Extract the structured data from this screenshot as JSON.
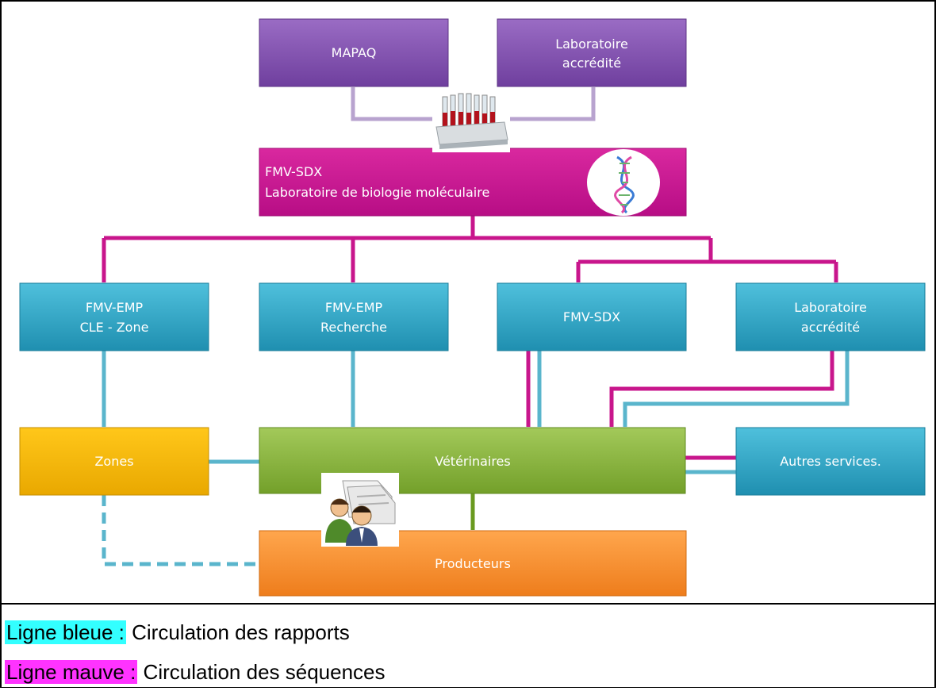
{
  "diagram": {
    "boxes": {
      "mapaq": {
        "lines": [
          "MAPAQ"
        ],
        "color": "#7b48a8"
      },
      "lab_top": {
        "lines": [
          "Laboratoire",
          "accrédité"
        ],
        "color": "#7b48a8"
      },
      "fmv_sdx_main": {
        "lines": [
          "FMV-SDX",
          "Laboratoire de biologie moléculaire"
        ],
        "color": "#c3168f"
      },
      "emp_cle": {
        "lines": [
          "FMV-EMP",
          "CLE - Zone"
        ],
        "color": "#2aa3c4"
      },
      "emp_rech": {
        "lines": [
          "FMV-EMP",
          "Recherche"
        ],
        "color": "#2aa3c4"
      },
      "fmv_sdx": {
        "lines": [
          "FMV-SDX"
        ],
        "color": "#2aa3c4"
      },
      "lab_mid": {
        "lines": [
          "Laboratoire",
          "accrédité"
        ],
        "color": "#2aa3c4"
      },
      "zones": {
        "lines": [
          "Zones"
        ],
        "color": "#f2b705"
      },
      "vets": {
        "lines": [
          "Vétérinaires"
        ],
        "color": "#89b23a"
      },
      "autres": {
        "lines": [
          "Autres services."
        ],
        "color": "#2aa3c4"
      },
      "producteurs": {
        "lines": [
          "Producteurs"
        ],
        "color": "#f28c2b"
      }
    },
    "line_colors": {
      "blue": "#5ab5cc",
      "mauve": "#c8168c",
      "lilac": "#b8a3cf",
      "green": "#6a9a1f"
    },
    "icons": [
      "test-tubes-icon",
      "dna-icon",
      "users-documents-icon"
    ]
  },
  "legend": [
    {
      "key": "Ligne bleue :",
      "text": " Circulation des rapports",
      "highlight": "#33ffff"
    },
    {
      "key": "Ligne mauve :",
      "text": " Circulation des séquences",
      "highlight": "#ff33ff"
    }
  ]
}
